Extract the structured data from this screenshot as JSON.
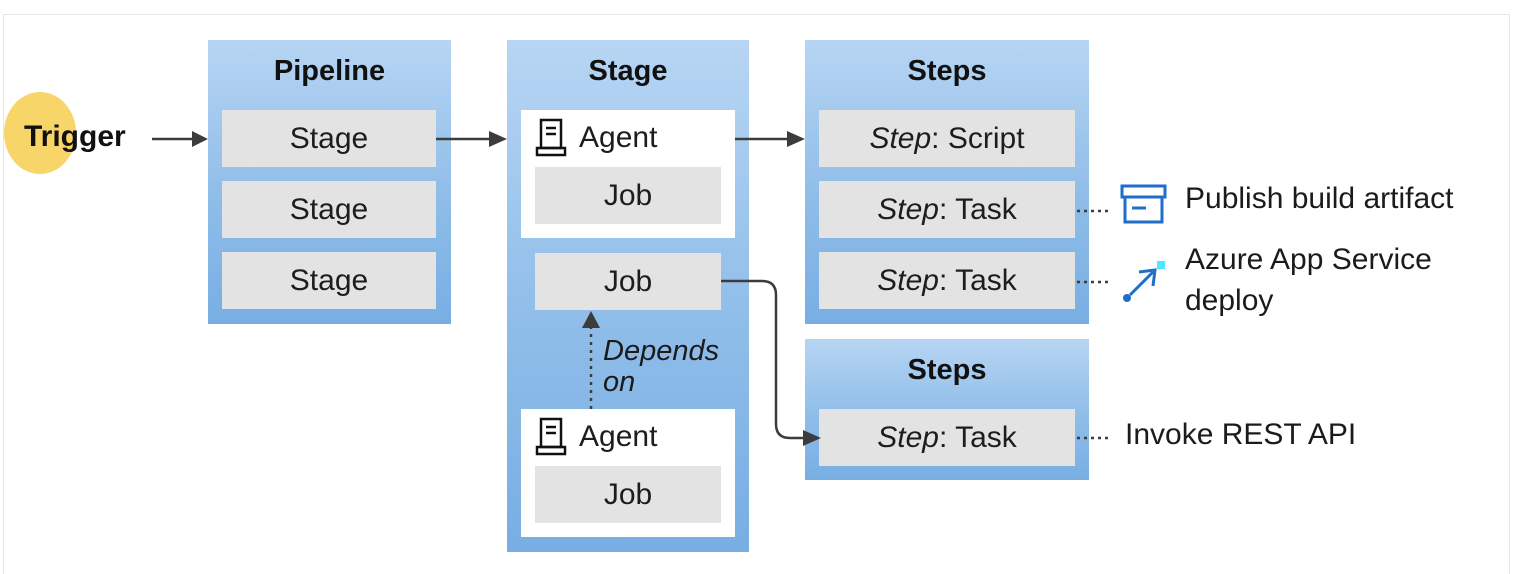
{
  "trigger": {
    "label": "Trigger"
  },
  "pipeline": {
    "title": "Pipeline",
    "stages": [
      "Stage",
      "Stage",
      "Stage"
    ]
  },
  "stage": {
    "title": "Stage",
    "agent_label": "Agent",
    "job_label": "Job",
    "depends_on": "Depends on"
  },
  "steps_top": {
    "title": "Steps",
    "step_word": "Step",
    "items": [
      ": Script",
      ": Task",
      ": Task"
    ]
  },
  "steps_bottom": {
    "title": "Steps",
    "step_word": "Step",
    "items": [
      ": Task"
    ]
  },
  "side_labels": {
    "publish": "Publish build artifact",
    "azure_line1": "Azure App Service",
    "azure_line2": "deploy",
    "invoke": "Invoke REST API"
  },
  "icons": {
    "agent": "agent-server-icon",
    "publish": "artifact-box-icon",
    "azure": "app-service-deploy-icon"
  },
  "colors": {
    "column_top": "#b7d5f3",
    "column_bottom": "#78aee3",
    "box_fill": "#e3e3e3",
    "trigger_blob": "#f7d568",
    "arrow": "#3c3c3c",
    "icon_blue": "#1f6fc9",
    "icon_cyan": "#50e6ff"
  }
}
